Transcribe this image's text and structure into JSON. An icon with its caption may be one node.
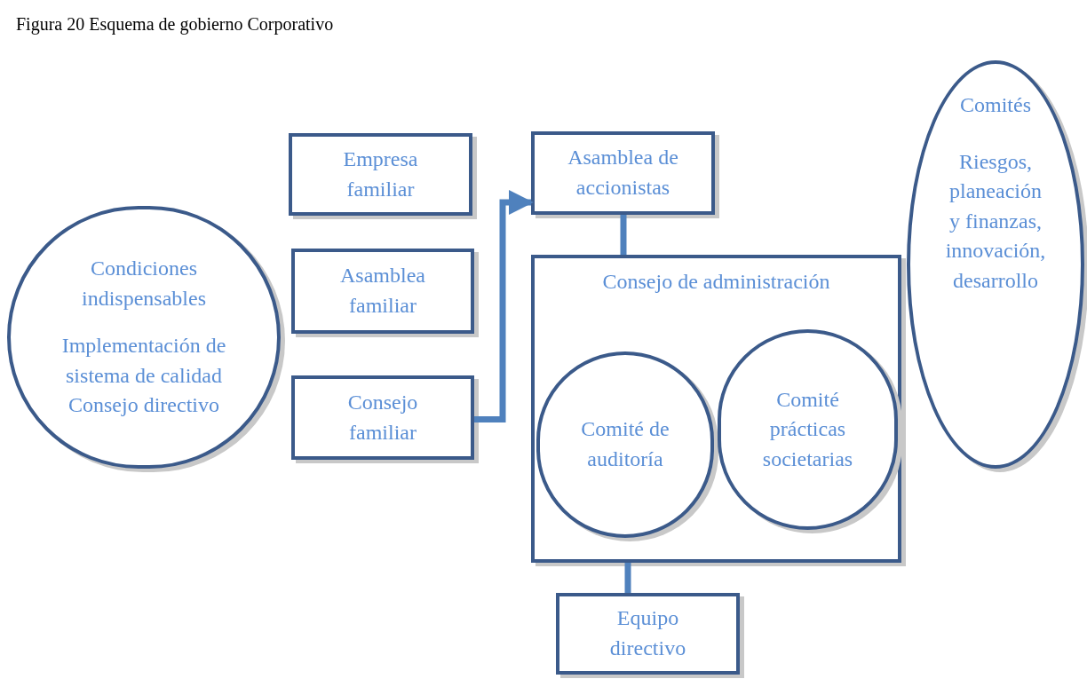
{
  "diagram": {
    "title": "Figura 20 Esquema de gobierno Corporativo",
    "nodes": [
      {
        "text": [
          "Condiciones indispensables",
          "Implementación de sistema de calidad Consejo directivo"
        ]
      },
      {
        "text": [
          "Empresa familiar"
        ]
      },
      {
        "text": [
          "Asamblea familiar"
        ]
      },
      {
        "text": [
          "Consejo familiar"
        ]
      },
      {
        "text": [
          "Asamblea de accionistas"
        ]
      },
      {
        "text": [
          "Consejo de administración"
        ]
      },
      {
        "text": [
          "Comité de auditoría"
        ],
        "in": 5
      },
      {
        "text": [
          "Comité prácticas societarias"
        ],
        "in": 5
      },
      {
        "text": [
          "Comités",
          "Riesgos, planeación y finanzas, innovación, desarrollo"
        ]
      },
      {
        "text": [
          "Equipo directivo"
        ]
      }
    ],
    "edges": [
      {
        "from": 3,
        "to": 4,
        "arrow": "to"
      },
      {
        "from": 4,
        "to": 5,
        "arrow": "none"
      },
      {
        "from": 5,
        "to": 9,
        "arrow": "none"
      }
    ]
  }
}
